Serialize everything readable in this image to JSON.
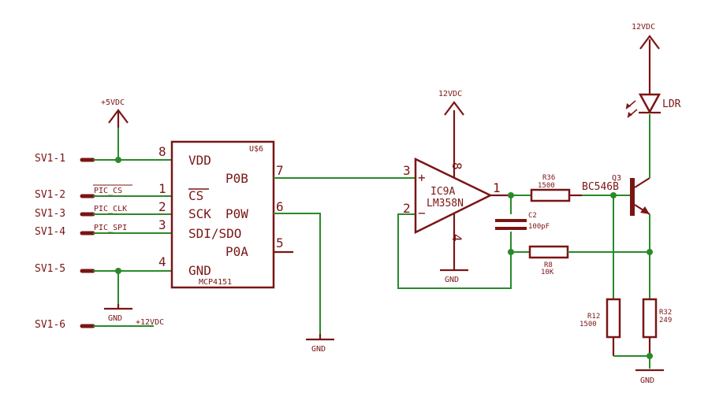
{
  "connector": {
    "sv1_1": "SV1-1",
    "sv1_2": "SV1-2",
    "sv1_3": "SV1-3",
    "sv1_4": "SV1-4",
    "sv1_5": "SV1-5",
    "sv1_6": "SV1-6"
  },
  "supplies": {
    "p5vdc": "+5VDC",
    "p12vdc": "+12VDC",
    "v12_opamp": "12VDC",
    "v12_ldr": "12VDC",
    "gnd_mcp": "GND",
    "gnd_pot": "GND",
    "gnd_opamp": "GND",
    "gnd_out": "GND"
  },
  "nets": {
    "pic_cs": "PIC_CS",
    "pic_clk": "PIC_CLK",
    "pic_spi": "PIC_SPI"
  },
  "mcp": {
    "ref": "U$6",
    "value": "MCP4151",
    "pins": {
      "vdd": "VDD",
      "cs": "CS",
      "sck": "SCK",
      "sdi": "SDI/SDO",
      "gnd": "GND",
      "p0b": "P0B",
      "p0w": "P0W",
      "p0a": "P0A"
    },
    "pin_numbers": {
      "p8": "8",
      "p1": "1",
      "p2": "2",
      "p3": "3",
      "p4": "4",
      "p7": "7",
      "p6": "6",
      "p5": "5"
    }
  },
  "opamp": {
    "ref": "IC9A",
    "value": "LM358N",
    "plus": "+",
    "minus": "−",
    "pin_numbers": {
      "in_plus": "3",
      "in_minus": "2",
      "out": "1",
      "vcc": "8",
      "vee": "4"
    }
  },
  "passives": {
    "c2": {
      "ref": "C2",
      "value": "100pF"
    },
    "r36": {
      "ref": "R36",
      "value": "1500"
    },
    "r8": {
      "ref": "R8",
      "value": "10K"
    },
    "r12": {
      "ref": "R12",
      "value": "1500"
    },
    "r32": {
      "ref": "R32",
      "value": "249"
    }
  },
  "q3": {
    "ref": "Q3",
    "value": "BC546B"
  },
  "ldr": {
    "label": "LDR"
  },
  "colors": {
    "device": "#7a1515",
    "wire": "#2a8a2a",
    "background": "#ffffff"
  }
}
